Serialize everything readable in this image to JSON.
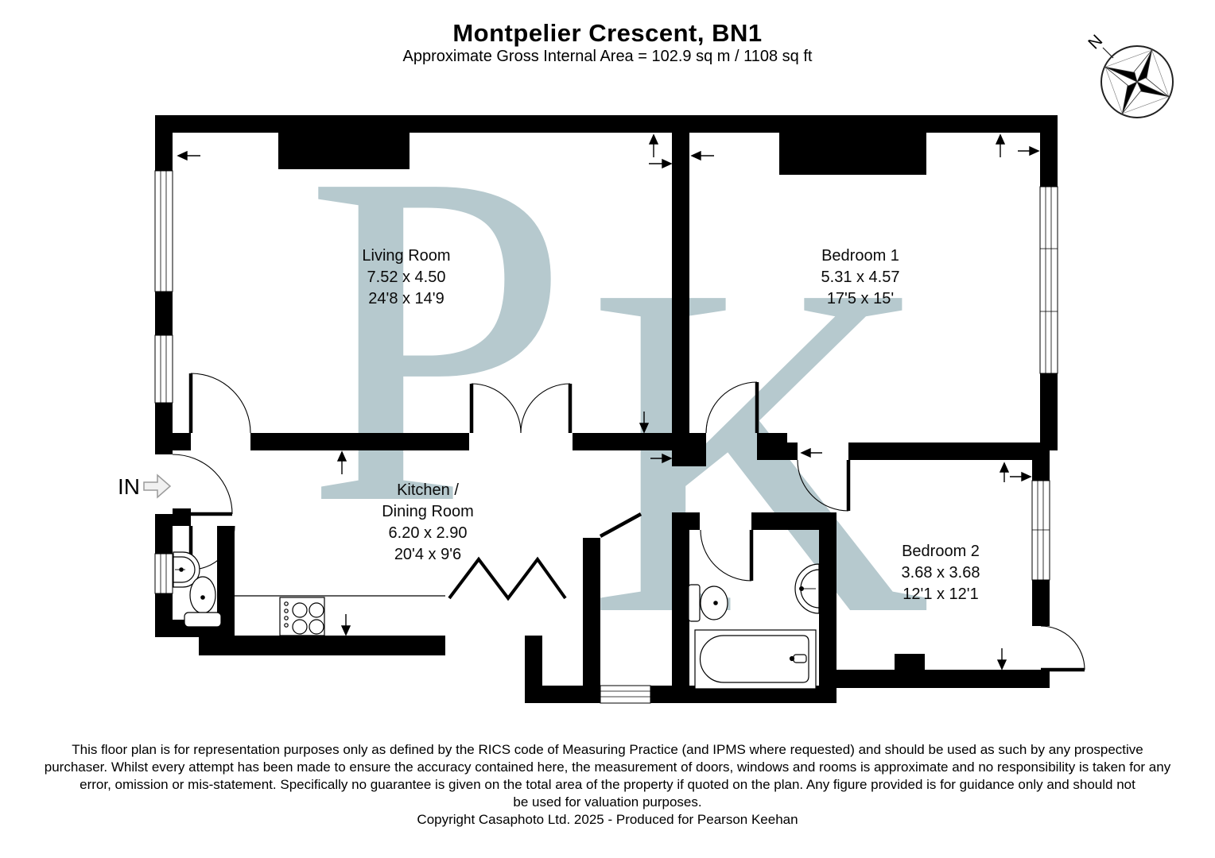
{
  "header": {
    "title": "Montpelier Crescent, BN1",
    "subtitle": "Approximate Gross Internal Area = 102.9 sq m / 1108 sq ft"
  },
  "compass": {
    "north_label": "N"
  },
  "entrance": {
    "label": "IN"
  },
  "watermark": {
    "letter_p": "P",
    "letter_k": "K",
    "color": "#b6c9ce"
  },
  "rooms": {
    "living": {
      "name": "Living Room",
      "metric": "7.52 x 4.50",
      "imperial": "24'8 x 14'9"
    },
    "bedroom1": {
      "name": "Bedroom 1",
      "metric": "5.31 x 4.57",
      "imperial": "17'5 x 15'"
    },
    "kitchen": {
      "name_line1": "Kitchen /",
      "name_line2": "Dining Room",
      "metric": "6.20 x 2.90",
      "imperial": "20'4 x 9'6"
    },
    "bedroom2": {
      "name": "Bedroom 2",
      "metric": "3.68 x 3.68",
      "imperial": "12'1 x 12'1"
    }
  },
  "footer": {
    "disclaimer": [
      "This floor plan is for representation purposes only as defined by the RICS code of Measuring Practice (and IPMS where requested) and should be used as such by any prospective",
      "purchaser. Whilst every attempt has been made to ensure the accuracy contained here, the measurement of doors, windows and rooms is approximate and no responsibility is taken for any",
      "error, omission or mis-statement. Specifically no guarantee is given on the total area of the property if quoted on the plan. Any figure provided is for guidance only and should not",
      "be used for valuation purposes."
    ],
    "copyright": "Copyright Casaphoto Ltd. 2025 - Produced for Pearson Keehan"
  },
  "colors": {
    "wall": "#000000"
  }
}
